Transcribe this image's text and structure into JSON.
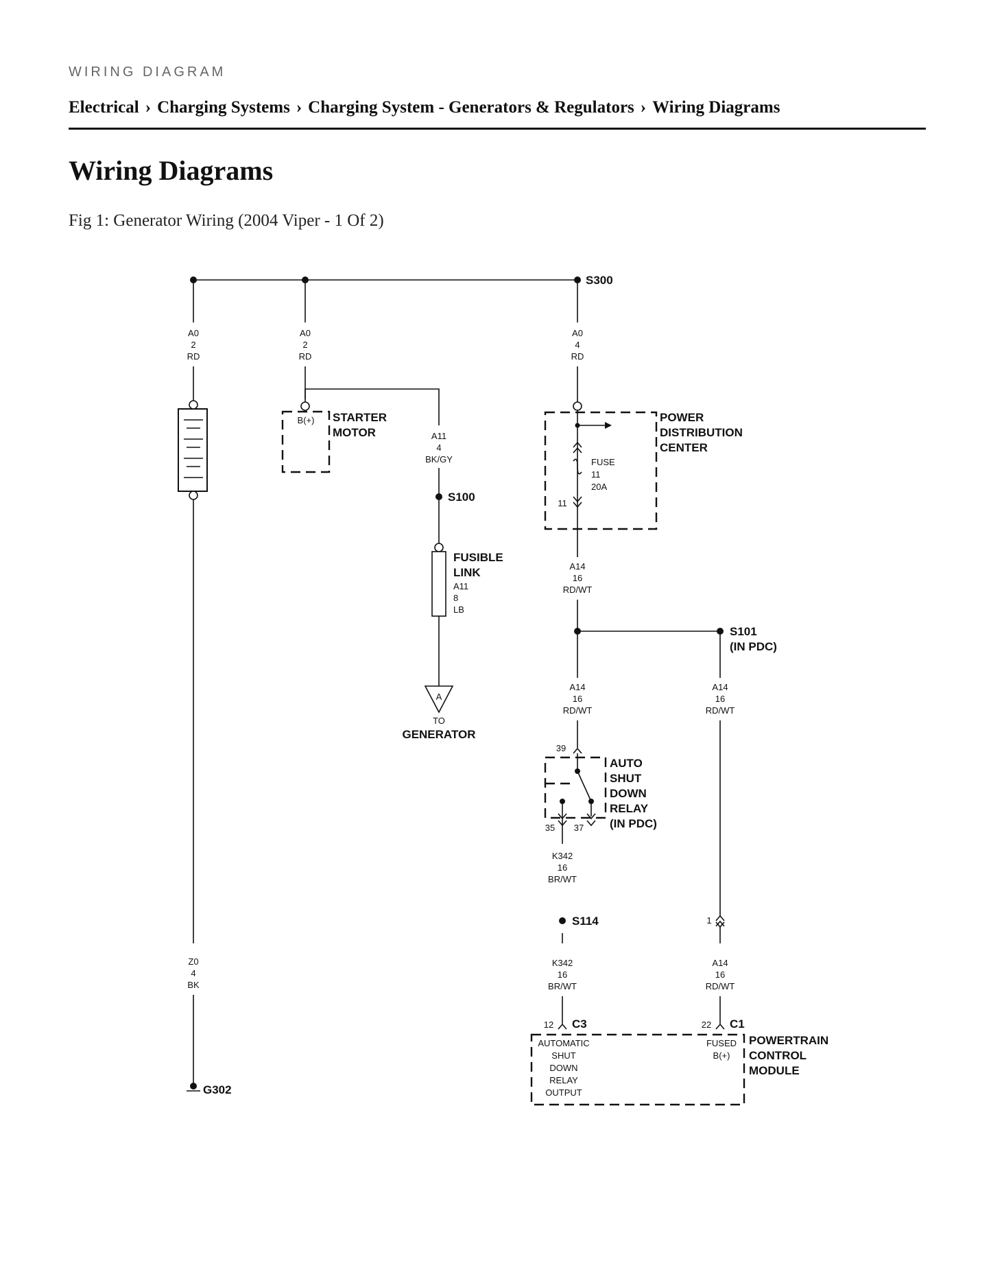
{
  "header": {
    "kicker": "WIRING DIAGRAM",
    "breadcrumb": [
      "Electrical",
      "Charging Systems",
      "Charging System - Generators & Regulators",
      "Wiring Diagrams"
    ],
    "separator": "›"
  },
  "page_title": "Wiring Diagrams",
  "figure_caption": "Fig 1: Generator Wiring (2004 Viper - 1 Of 2)",
  "diagram": {
    "splices": {
      "s300": "S300",
      "s100": "S100",
      "s101": "S101",
      "s101_note": "(IN PDC)",
      "s114": "S114",
      "g302": "G302"
    },
    "wires": {
      "w1": [
        "A0",
        "2",
        "RD"
      ],
      "w2": [
        "A0",
        "2",
        "RD"
      ],
      "w3": [
        "A0",
        "4",
        "RD"
      ],
      "w4": [
        "A11",
        "4",
        "BK/GY"
      ],
      "w5": [
        "A14",
        "16",
        "RD/WT"
      ],
      "w6": [
        "A14",
        "16",
        "RD/WT"
      ],
      "w7": [
        "A14",
        "16",
        "RD/WT"
      ],
      "w8": [
        "K342",
        "16",
        "BR/WT"
      ],
      "w9": [
        "K342",
        "16",
        "BR/WT"
      ],
      "w10": [
        "A14",
        "16",
        "RD/WT"
      ],
      "w11": [
        "Z0",
        "4",
        "BK"
      ]
    },
    "starter": {
      "terminal": "B(+)",
      "label": [
        "STARTER",
        "MOTOR"
      ]
    },
    "fusible_link": {
      "label": [
        "FUSIBLE",
        "LINK"
      ],
      "wire": [
        "A11",
        "8",
        "LB"
      ]
    },
    "generator": {
      "connector": "A",
      "to": "TO",
      "name": "GENERATOR"
    },
    "pdc": {
      "label": [
        "POWER",
        "DISTRIBUTION",
        "CENTER"
      ],
      "fuse": [
        "FUSE",
        "11",
        "20A"
      ],
      "cavity": "11"
    },
    "asd_relay": {
      "label": [
        "AUTO",
        "SHUT",
        "DOWN",
        "RELAY",
        "(IN PDC)"
      ],
      "pins": [
        "39",
        "35",
        "37"
      ]
    },
    "pcm": {
      "label": [
        "POWERTRAIN",
        "CONTROL",
        "MODULE"
      ],
      "c3": "C3",
      "c3_pin": "12",
      "c1": "C1",
      "c1_pin": "22",
      "inline_pin": "1",
      "asd_output": [
        "AUTOMATIC",
        "SHUT",
        "DOWN",
        "RELAY",
        "OUTPUT"
      ],
      "fused": [
        "FUSED",
        "B(+)"
      ]
    }
  }
}
